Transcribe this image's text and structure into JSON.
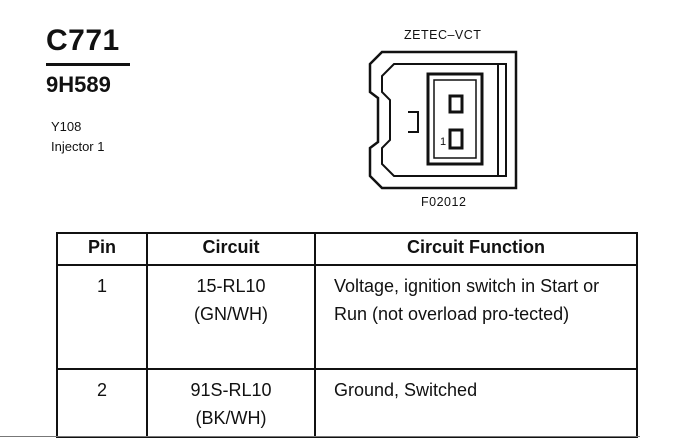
{
  "header": {
    "connector_id": "C771",
    "part_number": "9H589",
    "location_code": "Y108",
    "component_name": "Injector 1"
  },
  "diagram": {
    "title": "ZETEC–VCT",
    "figure_code": "F02012",
    "pin_label": "1"
  },
  "table": {
    "headers": {
      "pin": "Pin",
      "circuit": "Circuit",
      "function": "Circuit Function"
    },
    "rows": [
      {
        "pin": "1",
        "circuit_number": "15-RL10",
        "circuit_color": "(GN/WH)",
        "function": "Voltage, ignition switch in Start or Run (not overload pro-tected)"
      },
      {
        "pin": "2",
        "circuit_number": "91S-RL10",
        "circuit_color": "(BK/WH)",
        "function": "Ground, Switched"
      }
    ]
  }
}
